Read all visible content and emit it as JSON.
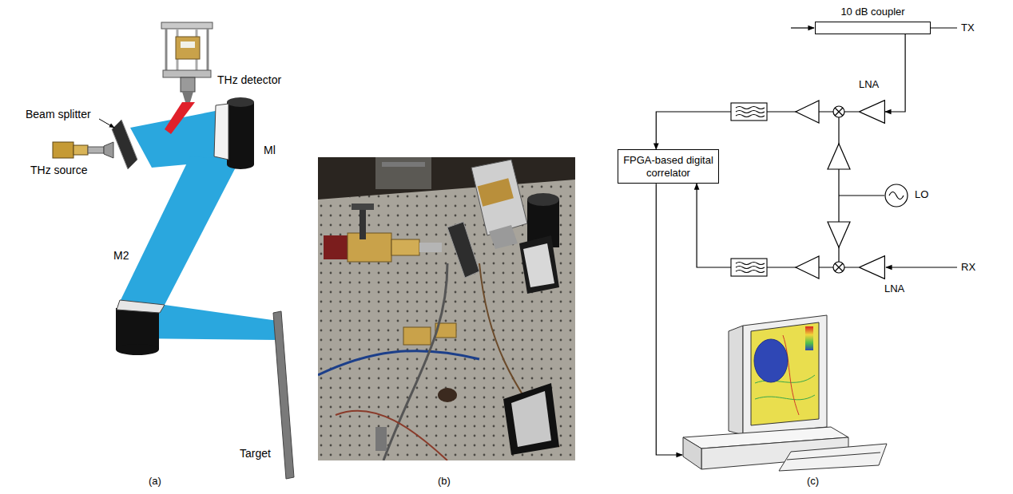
{
  "diagram": {
    "nodes": [
      {
        "text": [
          "10 dB coupler"
        ]
      },
      {
        "text": [
          "LNA"
        ]
      },
      {
        "text": [
          "LO"
        ]
      },
      {
        "text": [
          "LNA"
        ]
      },
      {
        "text": [
          "FPGA-based digital correlator"
        ]
      }
    ],
    "edges": [
      {
        "from": 0,
        "to": 1,
        "arrow": "to"
      },
      {
        "from": 1,
        "to": 4,
        "arrow": "to"
      },
      {
        "from": 3,
        "to": 4,
        "arrow": "to"
      }
    ],
    "labels": [
      "Beam splitter",
      "THz detector",
      "THz source",
      "Ml",
      "M2",
      "Target",
      "(a)",
      "(b)",
      "(c)",
      "TX",
      "RX"
    ]
  }
}
